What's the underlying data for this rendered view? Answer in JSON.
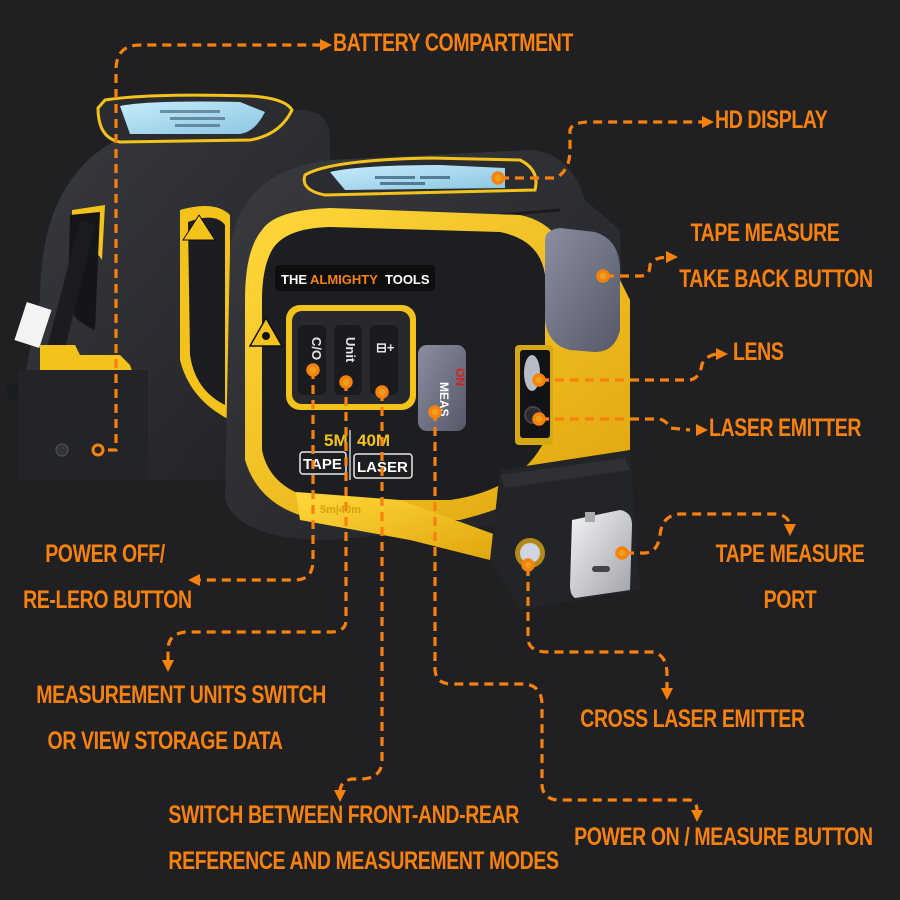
{
  "theme": {
    "background": "#202022",
    "accent": "#f7810f",
    "device_yellow": "#f3c31c",
    "device_black": "#2a2b2f",
    "display_blue": "#a9d9f0",
    "button_grey": "#6b6f80"
  },
  "device": {
    "brand_prefix": "THE",
    "brand_name": "ALMIGHTY",
    "brand_suffix": "TOOLS",
    "buttons": [
      {
        "id": "power-off",
        "label": "C/O"
      },
      {
        "id": "unit",
        "label": "Unit"
      },
      {
        "id": "mode",
        "label": "⊟+"
      },
      {
        "id": "on-measure",
        "label_top": "ON",
        "label_bottom": "MEAS"
      }
    ],
    "tape_spec": "5M",
    "tape_label": "TAPE",
    "laser_spec": "40M",
    "laser_label": "LASER",
    "side_emboss": "5m|40m"
  },
  "callouts": [
    {
      "id": "battery-compartment",
      "lines": [
        "BATTERY COMPARTMENT"
      ]
    },
    {
      "id": "hd-display",
      "lines": [
        "HD DISPLAY"
      ]
    },
    {
      "id": "tape-take-back-button",
      "lines": [
        "TAPE MEASURE",
        "TAKE BACK BUTTON"
      ]
    },
    {
      "id": "lens",
      "lines": [
        "LENS"
      ]
    },
    {
      "id": "laser-emitter",
      "lines": [
        "LASER EMITTER"
      ]
    },
    {
      "id": "tape-measure-port",
      "lines": [
        "TAPE MEASURE",
        "PORT"
      ]
    },
    {
      "id": "power-off-rezero",
      "lines": [
        "POWER OFF/",
        "RE-LERO BUTTON"
      ]
    },
    {
      "id": "units-switch",
      "lines": [
        "MEASUREMENT UNITS SWITCH",
        "OR VIEW STORAGE DATA"
      ]
    },
    {
      "id": "cross-laser-emitter",
      "lines": [
        "CROSS LASER EMITTER"
      ]
    },
    {
      "id": "reference-mode-switch",
      "lines": [
        "SWITCH BETWEEN FRONT-AND-REAR",
        "REFERENCE AND MEASUREMENT MODES"
      ]
    },
    {
      "id": "power-on-measure",
      "lines": [
        "POWER ON / MEASURE BUTTON"
      ]
    }
  ]
}
